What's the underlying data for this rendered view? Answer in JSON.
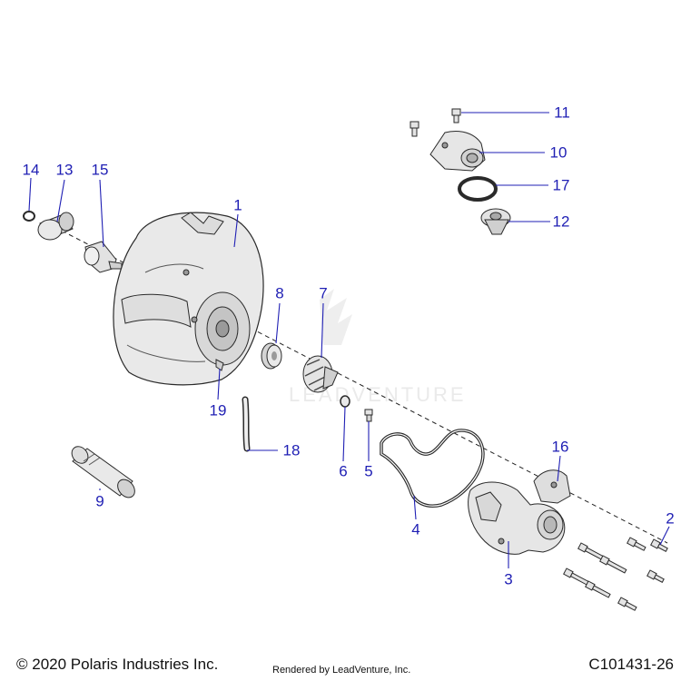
{
  "diagram": {
    "callouts": [
      "1",
      "2",
      "3",
      "4",
      "5",
      "6",
      "7",
      "8",
      "9",
      "10",
      "11",
      "12",
      "13",
      "14",
      "15",
      "16",
      "17",
      "18",
      "19"
    ],
    "watermark_text": "LEADVENTURE"
  },
  "footer": {
    "copyright": "© 2020 Polaris Industries Inc.",
    "rendered_by": "Rendered by LeadVenture, Inc.",
    "code": "C101431-26"
  },
  "colors": {
    "callout": "#1f1fb4",
    "part_fill": "#e9e9e9",
    "part_stroke": "#2a2a2a"
  }
}
